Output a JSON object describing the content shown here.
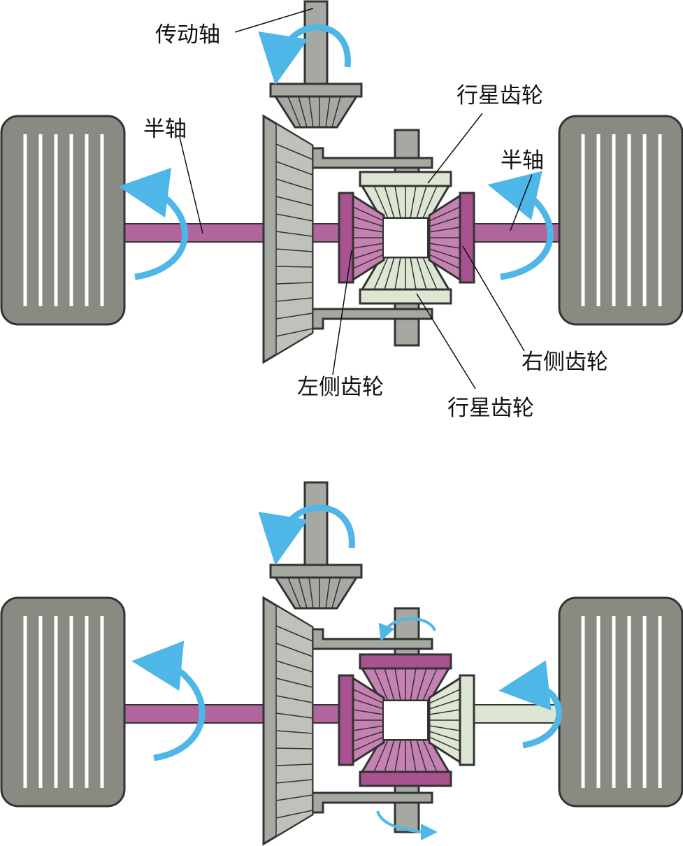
{
  "labels": {
    "drive_shaft": "传动轴",
    "half_shaft_left": "半轴",
    "half_shaft_right": "半轴",
    "planet_gear_top": "行星齿轮",
    "planet_gear_bottom": "行星齿轮",
    "left_side_gear": "左侧齿轮",
    "right_side_gear": "右侧齿轮"
  },
  "colors": {
    "tire": "#8a8a82",
    "tire_outline": "#333333",
    "shaft_gray": "#a6a9a1",
    "axle_purple": "#b0669c",
    "gear_purple": "#a8528f",
    "gear_light": "#dde6d2",
    "arrow_blue": "#4fb6e8"
  },
  "icons": [
    "rotation-arrow-icon"
  ]
}
